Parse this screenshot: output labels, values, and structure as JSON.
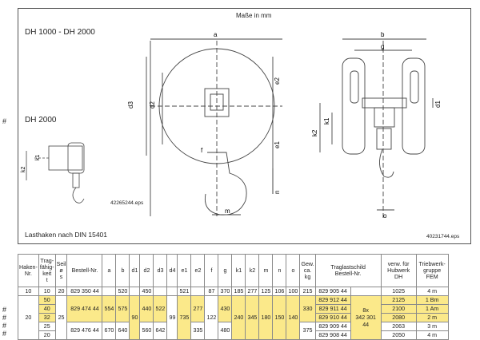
{
  "drawing": {
    "units_title": "Maße in mm",
    "model_range": "DH 1000 - DH 2000",
    "model_small": "DH 2000",
    "hook_norm": "Lasthaken nach DIN 15401",
    "file_left": "42265244.eps",
    "file_right": "40231744.eps",
    "dim_labels": {
      "a": "a",
      "b": "b",
      "g": "g",
      "d1": "d1",
      "d2": "d2",
      "d3": "d3",
      "e1": "e1",
      "e2": "e2",
      "f": "f",
      "k1": "k1",
      "k2": "k2",
      "m": "m",
      "n": "n",
      "o": "o"
    }
  },
  "marks": [
    "#",
    "#",
    "#",
    "#",
    "#"
  ],
  "table": {
    "headers": [
      "Haken-\nNr.",
      "Trag-\nfähig-\nkeit\nt",
      "Seil\nø\ns",
      "Bestell-Nr.",
      "a",
      "b",
      "d1",
      "d2",
      "d3",
      "d4",
      "e1",
      "e2",
      "f",
      "g",
      "k1",
      "k2",
      "m",
      "n",
      "o",
      "Gew.\nca.\nkg",
      "Traglastschild\nBestell-Nr.",
      "",
      "verw. für\nHubwerk\nDH",
      "Triebwerk-\ngruppe\nFEM"
    ],
    "rows": [
      {
        "haken": "10",
        "tragf": "10",
        "seil": "20",
        "bestell": "829 350 44",
        "a": "",
        "b": "520",
        "d1": "",
        "d2": "450",
        "d3": "",
        "d4": "",
        "e1": "521",
        "e2": "",
        "f": "87",
        "g": "370",
        "k1": "185",
        "k2": "277",
        "m": "125",
        "n": "106",
        "o": "100",
        "gew": "215",
        "schild": "829 905 44",
        "schild2": "",
        "dh": "1025",
        "fem": "4 m"
      },
      {
        "tragf": "50",
        "schild": "829 912 44",
        "dh": "2125",
        "fem": "1 Bm"
      },
      {
        "tragf": "40",
        "schild": "829 911 44",
        "dh": "2100",
        "fem": "1 Am"
      },
      {
        "tragf": "32",
        "schild": "829 910 44",
        "dh": "2080",
        "fem": "2 m"
      },
      {
        "tragf": "25",
        "schild": "829 909 44",
        "dh": "2063",
        "fem": "3 m"
      },
      {
        "tragf": "20",
        "schild": "829 908 44",
        "dh": "2050",
        "fem": "4 m"
      }
    ],
    "group20": {
      "haken": "20",
      "seil": "25",
      "bestell_a": "829 474 44",
      "a_a": "554",
      "b_a": "575",
      "d1": "90",
      "d2_a": "440",
      "d3_a": "522",
      "d4": "99",
      "e1": "735",
      "e2": "277",
      "f": "122",
      "g_a": "430",
      "k1": "240",
      "k2": "345",
      "m": "180",
      "n": "150",
      "o": "140",
      "gew_a": "330",
      "schild2": "8x\n342 301 44",
      "bestell_b": "829 476 44",
      "a_b": "670",
      "b_b": "640",
      "d2_b": "560",
      "d3_b": "642",
      "e2_b": "335",
      "g_b": "480",
      "gew_b": "375"
    }
  },
  "colors": {
    "highlight": "#fbe98a",
    "line": "#555555"
  }
}
